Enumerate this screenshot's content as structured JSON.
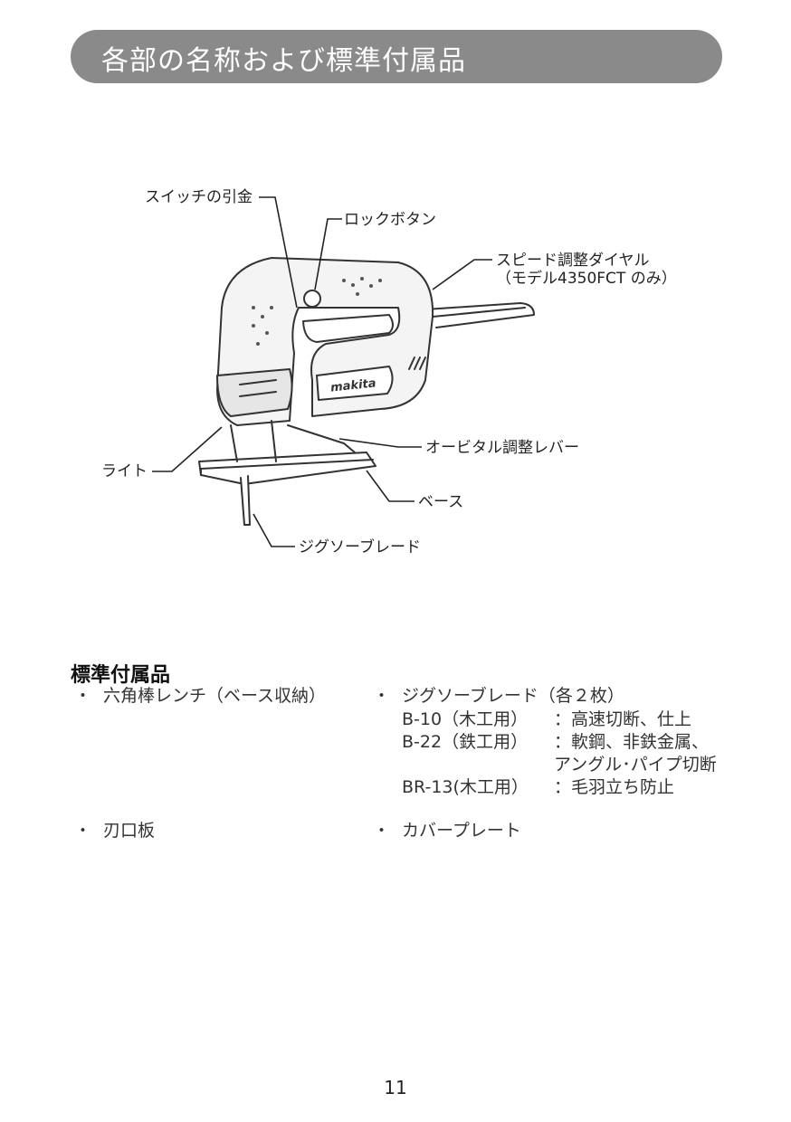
{
  "title": "各部の名称および標準付属品",
  "callouts": {
    "trigger": "スイッチの引金",
    "lock_button": "ロックボタン",
    "speed_dial": "スピード調整ダイヤル",
    "speed_dial_note": "（モデル4350FCT のみ）",
    "orbital_lever": "オービタル調整レバー",
    "light": "ライト",
    "base": "ベース",
    "blade": "ジグソーブレード"
  },
  "logo_text": "makita",
  "accessories": {
    "heading": "標準付属品",
    "bullet": "・",
    "hex_wrench": "六角棒レンチ（ベース収納）",
    "blade_header": "ジグソーブレード（各２枚）",
    "blades": [
      {
        "code": "B-10（木工用）",
        "use": "：高速切断、仕上"
      },
      {
        "code": "B-22（鉄工用）",
        "use": "：軟鋼、非鉄金属、"
      },
      {
        "code": "",
        "use": "アングル･パイプ切断"
      },
      {
        "code": "BR-13(木工用）",
        "use": "：毛羽立ち防止"
      }
    ],
    "blade_guard": "刃口板",
    "cover_plate": "カバープレート"
  },
  "page_number": "11"
}
